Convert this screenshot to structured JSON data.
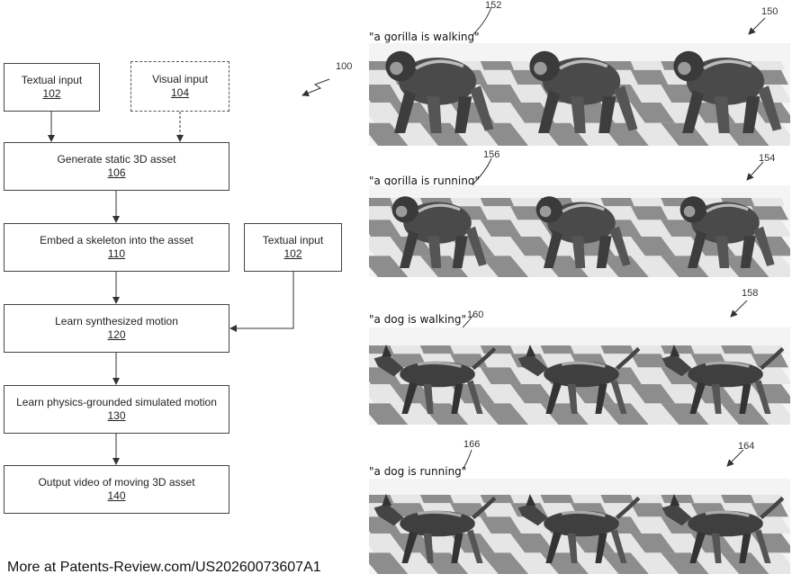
{
  "figure_number": "100",
  "flowchart": {
    "textual_input_1": {
      "label": "Textual input",
      "number": "102"
    },
    "visual_input": {
      "label": "Visual input",
      "number": "104"
    },
    "generate": {
      "label": "Generate static 3D asset",
      "number": "106"
    },
    "embed": {
      "label": "Embed a skeleton into the asset",
      "number": "110"
    },
    "textual_input_2": {
      "label": "Textual input",
      "number": "102"
    },
    "learn_synth": {
      "label": "Learn synthesized motion",
      "number": "120"
    },
    "learn_physics": {
      "label": "Learn physics-grounded simulated motion",
      "number": "130"
    },
    "output": {
      "label": "Output video of moving 3D asset",
      "number": "140"
    }
  },
  "panels": [
    {
      "caption": "\"a gorilla is walking\"",
      "caption_ref": "152",
      "panel_ref": "150",
      "animal": "gorilla"
    },
    {
      "caption": "\"a gorilla is running\"",
      "caption_ref": "156",
      "panel_ref": "154",
      "animal": "gorilla"
    },
    {
      "caption": "\"a dog is walking\"",
      "caption_ref": "160",
      "panel_ref": "158",
      "animal": "dog"
    },
    {
      "caption": "\"a dog is running\"",
      "caption_ref": "166",
      "panel_ref": "164",
      "animal": "dog"
    }
  ],
  "footer": "More at Patents-Review.com/US20260073607A1"
}
